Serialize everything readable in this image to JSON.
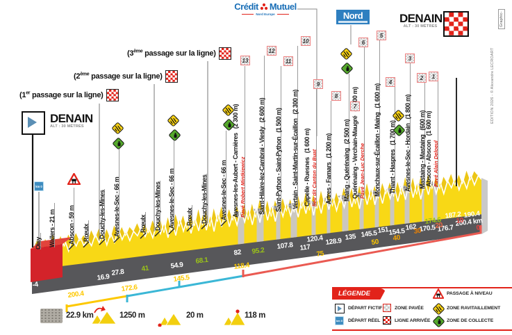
{
  "sponsors": {
    "credit_mutuel_1": "Crédit",
    "credit_mutuel_2": "Mutuel",
    "credit_mutuel_sub": "Nord Europe",
    "nord": "Nord"
  },
  "start": {
    "city": "DENAIN",
    "alt": "ALT : 30 MÈTRES"
  },
  "finish": {
    "city": "DENAIN",
    "alt": "ALT : 30 MÈTRES"
  },
  "km0_label": "km 0",
  "passages": [
    {
      "pre": "(1",
      "sup": "er",
      "post": " passage sur la ligne)"
    },
    {
      "pre": "(2",
      "sup": "ème",
      "post": " passage sur la ligne)"
    },
    {
      "pre": "(3",
      "sup": "ème",
      "post": " passage sur la ligne)"
    }
  ],
  "towns": [
    "Oisy",
    "Wallers - 21 m",
    "Abscon - 59 m",
    "Rœulx",
    "Douchy-les-Mines",
    "Avesnes-le-Sec - 66 m",
    "Rœulx",
    "Douchy-les-Mines",
    "Avesnes-le-Sec - 66 m",
    "Rœulx",
    "Douchy-les-Mines",
    "Avesnes-le-Sec - 66 m"
  ],
  "sectors": [
    {
      "num": "13",
      "name": "Avesnes-les-Aubert - Carnières",
      "length": "(2 300 m)",
      "note": "Pavé Robert Mintkiewicz"
    },
    {
      "num": "12",
      "name": "Saint-Hilaire-lez-Cambrai - Viesly",
      "length": "(2 600 m)"
    },
    {
      "num": "11",
      "name": "Saint-Python - Saint-Python",
      "length": "(1 500 m)"
    },
    {
      "num": "10",
      "name": "Vertain - Saint-Martin-sur-Écaillon",
      "length": "(2 300 m)"
    },
    {
      "num": "9",
      "name": "Capelle - Ruesnes",
      "length": "(1 600 m)",
      "note": "lieu dit Canton du Buat"
    },
    {
      "num": "8",
      "name": "Artres - Famars",
      "length": "(1 200 m)"
    },
    {
      "num": "7",
      "name": "Maing - Quérénaing",
      "length": "(2 500 m)"
    },
    {
      "num": "6",
      "name": "Quérénaing - Verchain-Maugré",
      "length": "(1 600 m)",
      "note": "Pavé Jean-Luc Derche"
    },
    {
      "num": "5",
      "name": "Monchaux-sur-Écaillon - Maing",
      "length": "(1 600 m)"
    },
    {
      "num": "4",
      "name": "Thiant - Haspres",
      "length": "(1 700 m)"
    },
    {
      "num": "3",
      "name": "Avesnes-le-Sec - Hordain",
      "length": "(1 800 m)"
    },
    {
      "num": "2",
      "name": "Mastaing - Mastaing",
      "length": "(600 m)"
    },
    {
      "num": "1",
      "name": "Abscon - Abscon",
      "length": "(1 600 m)",
      "note": "Pavé Alain Deloeul"
    }
  ],
  "km_done": [
    "-4",
    "16.9",
    "27.8",
    "54.9",
    "82",
    "107.8",
    "117",
    "120.4",
    "128.9",
    "135",
    "145.5",
    "151",
    "154.5",
    "162",
    "170.5",
    "176.7",
    "187.2",
    "190.4"
  ],
  "km_final": "200.4 km",
  "km_feed": [
    "41",
    "68.1",
    "95.2",
    "174.6"
  ],
  "km_remaining": [
    "200.4",
    "172.6",
    "145.5",
    "118.4",
    "75",
    "50",
    "40",
    "30",
    "20",
    "10",
    "0"
  ],
  "stats": {
    "pave": "22.9 km",
    "gain": "1250 m",
    "min": "20 m",
    "max": "118 m"
  },
  "legend": {
    "title": "LÉGENDE",
    "depart_fictif": "DÉPART FICTIF",
    "depart_reel": "DÉPART RÉEL",
    "zone_pavee": "ZONE PAVÉE",
    "ligne_arrivee": "LIGNE ARRIVÉE",
    "passage_niveau": "PASSAGE À NIVEAU",
    "zone_ravitaillement": "ZONE RAVITAILLEMENT",
    "zone_collecte": "ZONE DE COLLECTE"
  },
  "credits": {
    "edition": "EDITION 2026 - © Alexandre LECROART",
    "studio": "Graphic-"
  },
  "colors": {
    "profile_yellow": "#F8D816",
    "band_gray": "#57575A",
    "accent_red": "#E2231A",
    "lap1_yellow": "#FDC800",
    "lap2_cyan": "#3BB7D6",
    "lap3_red": "#EA5A52",
    "feed_green": "#95C11F",
    "orange": "#F39200",
    "sponsor_blue": "#1D71B8",
    "start_blue": "#5B8FB5"
  }
}
